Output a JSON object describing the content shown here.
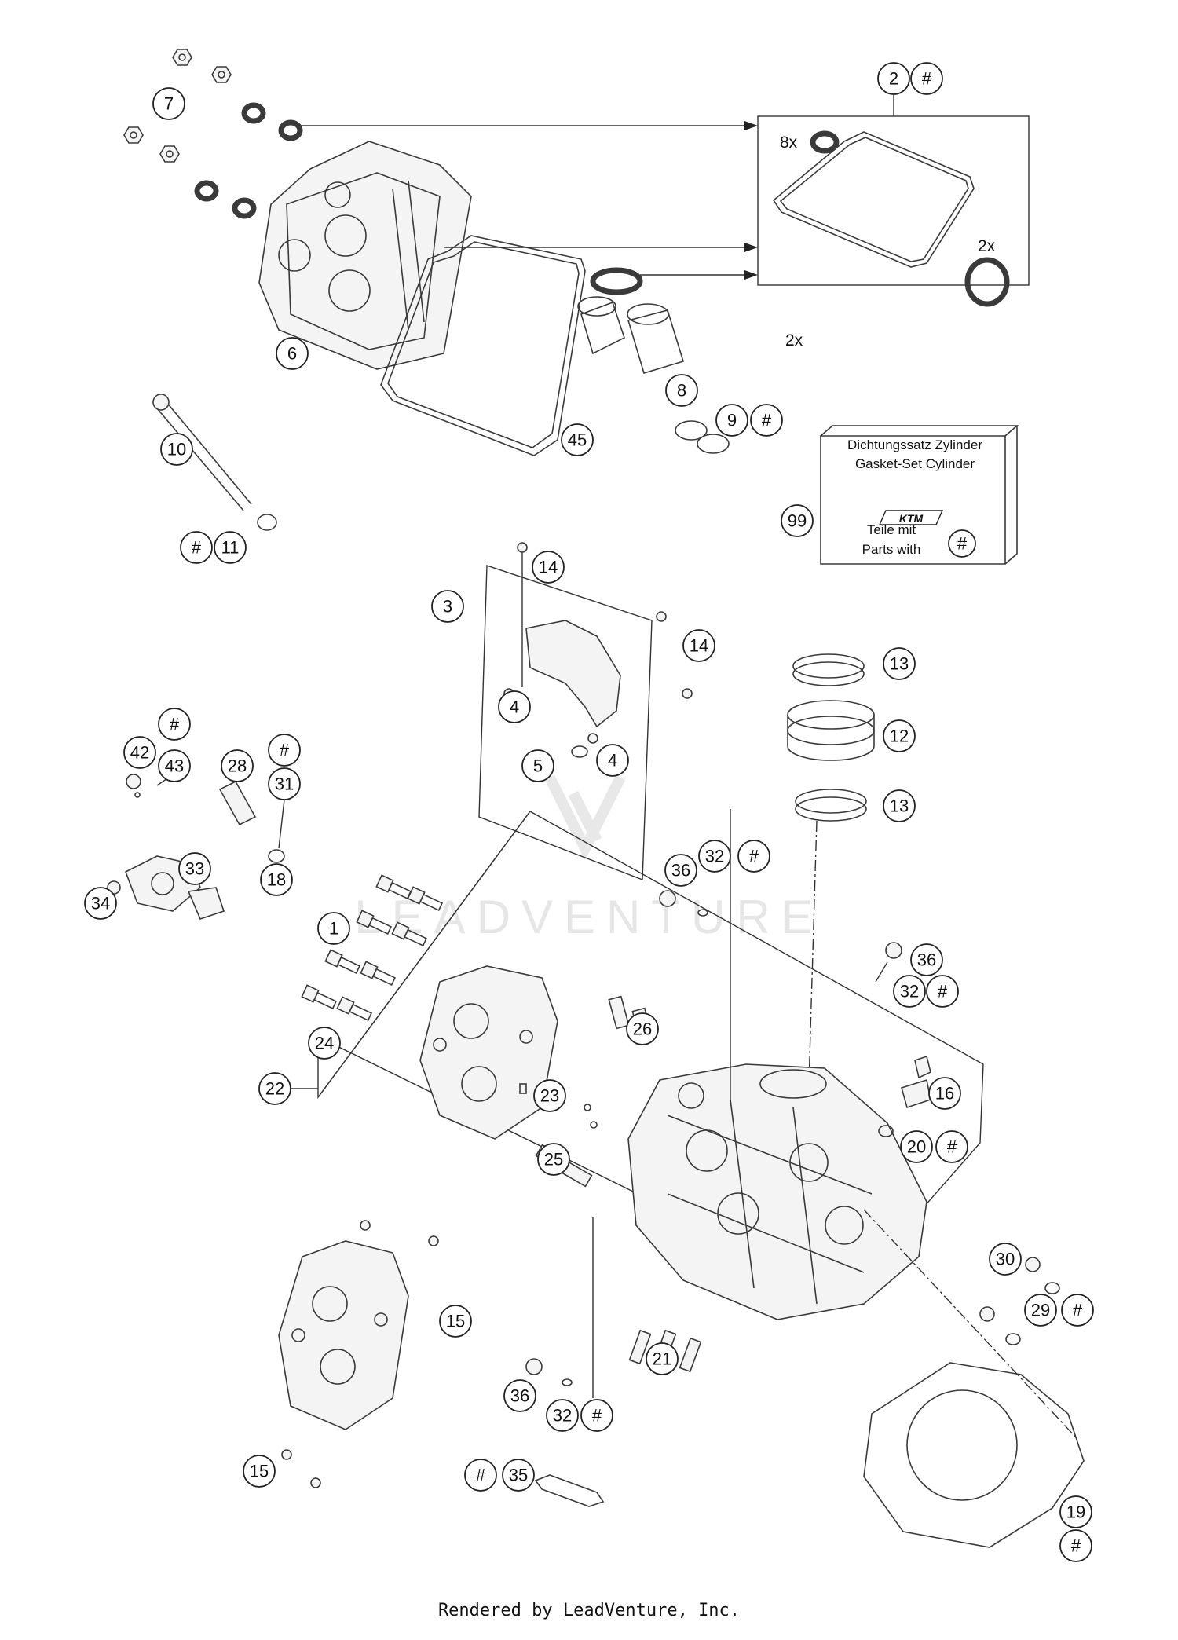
{
  "footer": "Rendered by LeadVenture, Inc.",
  "watermark": "LEADVENTURE",
  "kit_box": {
    "line1": "Dichtungssatz Zylinder",
    "line2": "Gasket-Set Cylinder",
    "line3": "Teile mit",
    "line4": "Parts with",
    "marker": "#",
    "callout": "99"
  },
  "quantities": {
    "q8x": "8x",
    "q2x_ring": "2x",
    "q2x_gasket": "2x"
  },
  "callouts": {
    "c1": "1",
    "c2": "2",
    "c3": "3",
    "c4a": "4",
    "c4b": "4",
    "c5": "5",
    "c6": "6",
    "c7": "7",
    "c8": "8",
    "c9": "9",
    "c10": "10",
    "c11": "11",
    "c12": "12",
    "c13a": "13",
    "c13b": "13",
    "c14a": "14",
    "c14b": "14",
    "c15a": "15",
    "c15b": "15",
    "c16": "16",
    "c18": "18",
    "c19": "19",
    "c20": "20",
    "c21": "21",
    "c22": "22",
    "c23": "23",
    "c24": "24",
    "c25": "25",
    "c26": "26",
    "c28": "28",
    "c29": "29",
    "c30": "30",
    "c31": "31",
    "c32a": "32",
    "c32b": "32",
    "c32c": "32",
    "c33": "33",
    "c34": "34",
    "c35": "35",
    "c36a": "36",
    "c36b": "36",
    "c36c": "36",
    "c42": "42",
    "c43": "43",
    "c45": "45",
    "hash": "#"
  }
}
